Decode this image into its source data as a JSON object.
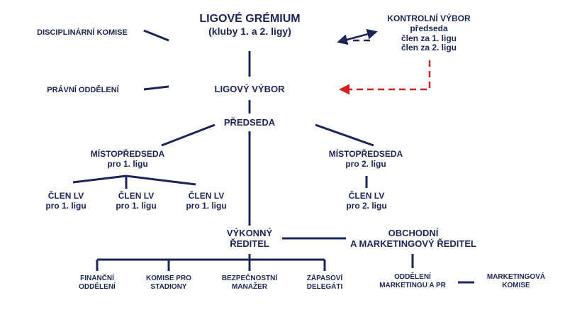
{
  "colors": {
    "navy": "#1c2557",
    "red": "#d42020",
    "background": "#ffffff"
  },
  "nodes": {
    "ligove_gremium": {
      "line1": "LIGOVÉ GRÉMIUM",
      "line2": "(kluby 1. a 2. ligy)"
    },
    "disciplinarni_komise": {
      "label": "DISCIPLINÁRNÍ KOMISE"
    },
    "kontrolni_vybor": {
      "line1": "KONTROLNÍ VÝBOR",
      "line2": "předseda",
      "line3": "člen za 1. ligu",
      "line4": "člen za 2. ligu"
    },
    "pravni_oddeleni": {
      "label": "PRÁVNÍ ODDĚLENÍ"
    },
    "ligovy_vybor": {
      "label": "LIGOVÝ VÝBOR"
    },
    "predseda": {
      "label": "PŘEDSEDA"
    },
    "mistopredseda_1": {
      "line1": "MÍSTOPŘEDSEDA",
      "line2": "pro 1. ligu"
    },
    "mistopredseda_2": {
      "line1": "MÍSTOPŘEDSEDA",
      "line2": "pro 2. ligu"
    },
    "clen_lv_1a": {
      "line1": "ČLEN LV",
      "line2": "pro 1. ligu"
    },
    "clen_lv_1b": {
      "line1": "ČLEN LV",
      "line2": "pro 1. ligu"
    },
    "clen_lv_1c": {
      "line1": "ČLEN LV",
      "line2": "pro 1. ligu"
    },
    "clen_lv_2": {
      "line1": "ČLEN LV",
      "line2": "pro 2. ligu"
    },
    "vykonny_reditel": {
      "line1": "VÝKONNÝ",
      "line2": "ŘEDITEL"
    },
    "obchodni_reditel": {
      "line1": "OBCHODNÍ",
      "line2": "A MARKETINGOVÝ ŘEDITEL"
    },
    "financni_oddeleni": {
      "line1": "FINANČNÍ",
      "line2": "ODDĚLENÍ"
    },
    "komise_pro_stadiony": {
      "line1": "KOMISE PRO",
      "line2": "STADIONY"
    },
    "bezpecnostni_manazer": {
      "line1": "BEZPEČNOSTNÍ",
      "line2": "MANAŽER"
    },
    "zapasovi_delegati": {
      "line1": "ZÁPASOVÍ",
      "line2": "DELEGÁTI"
    },
    "oddeleni_marketingu": {
      "line1": "ODDĚLENÍ",
      "line2": "MARKETINGU A PR"
    },
    "marketingova_komise": {
      "line1": "MARKETINGOVÁ",
      "line2": "KOMISE"
    }
  }
}
